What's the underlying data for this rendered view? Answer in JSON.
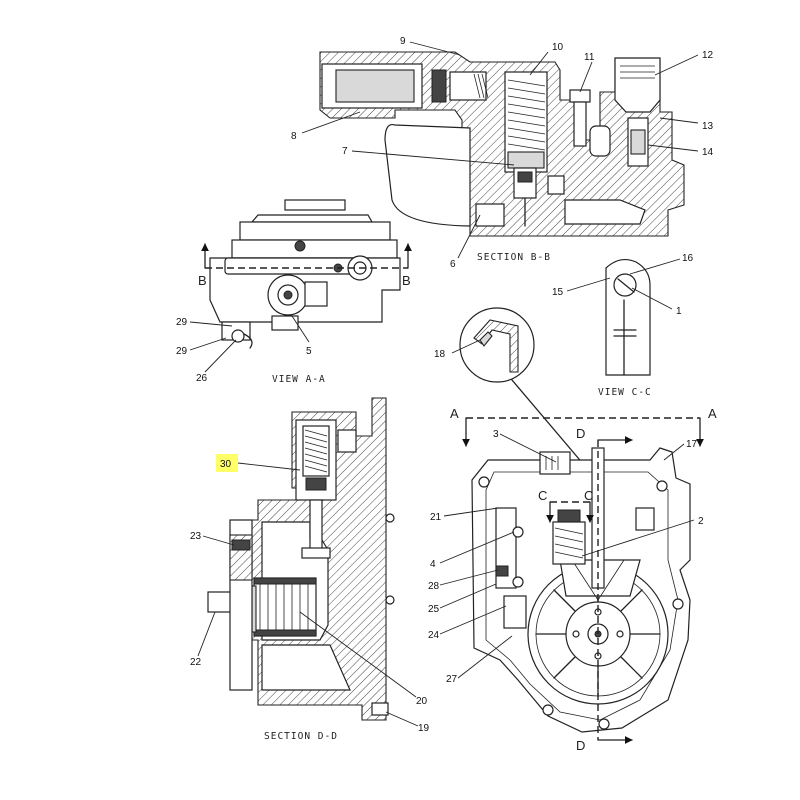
{
  "captions": {
    "section_bb": "SECTION B-B",
    "view_aa": "VIEW A-A",
    "view_cc": "VIEW C-C",
    "section_dd": "SECTION D-D"
  },
  "section_letters": {
    "b_left": "B",
    "b_right": "B",
    "a_left": "A",
    "a_right": "A",
    "c_left": "C",
    "c_right": "C",
    "d_top": "D",
    "d_bottom": "D"
  },
  "callouts": {
    "n1": "1",
    "n2": "2",
    "n3": "3",
    "n4": "4",
    "n5": "5",
    "n6": "6",
    "n7": "7",
    "n8": "8",
    "n9": "9",
    "n10": "10",
    "n11": "11",
    "n12": "12",
    "n13": "13",
    "n14": "14",
    "n15": "15",
    "n16": "16",
    "n17": "17",
    "n18": "18",
    "n19": "19",
    "n20": "20",
    "n21": "21",
    "n22": "22",
    "n23": "23",
    "n24": "24",
    "n25": "25",
    "n26": "26",
    "n27": "27",
    "n28": "28",
    "n29a": "29",
    "n29b": "29",
    "n30": "30"
  },
  "highlight": {
    "callout": "30",
    "color": "#ffff66"
  }
}
